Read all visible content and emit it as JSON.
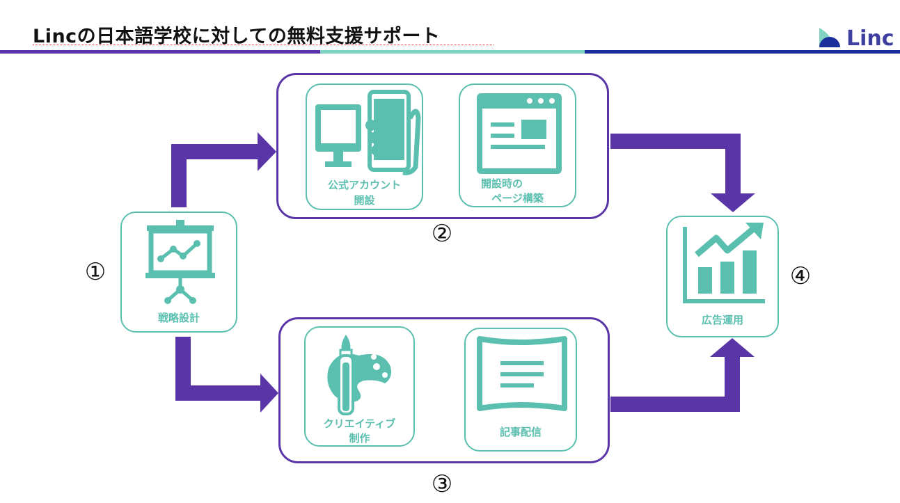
{
  "header": {
    "title": "Lincの日本語学校に対しての無料支援サポート",
    "logo_text": "Linc"
  },
  "colors": {
    "teal": "#5bbfb0",
    "purple": "#5a35a8",
    "navy": "#1a2f9c"
  },
  "steps": {
    "s1": {
      "number": "①",
      "label": "戦略設計",
      "icon": "presentation-chart-icon"
    },
    "s2": {
      "number": "②",
      "card_a": {
        "label_1": "公式アカウント",
        "label_2": "開設",
        "icon": "devices-icon"
      },
      "card_b": {
        "label_1": "開設時の",
        "label_2": "ページ構築",
        "icon": "webpage-icon"
      }
    },
    "s3": {
      "number": "③",
      "card_a": {
        "label_1": "クリエイティブ",
        "label_2": "制作",
        "icon": "palette-brush-icon"
      },
      "card_b": {
        "label": "記事配信",
        "icon": "article-icon"
      }
    },
    "s4": {
      "number": "④",
      "label": "広告運用",
      "icon": "growth-chart-icon"
    }
  }
}
